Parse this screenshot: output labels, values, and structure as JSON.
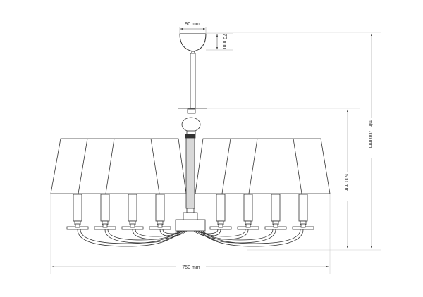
{
  "diagram": {
    "type": "technical-dimension-drawing",
    "subject": "8-arm chandelier with lampshades",
    "colors": {
      "line": "#333333",
      "dimension_line": "#aaaaaa",
      "stem_fill": "#d8d8d8",
      "background": "#ffffff"
    },
    "dimensions": {
      "canopy_width": "90 mm",
      "canopy_height": "70 mm",
      "total_height": "min. 700 mm",
      "body_height": "500 mm",
      "total_width": "750 mm"
    },
    "components": {
      "lampshades": 8,
      "candle_holders": 8,
      "arms": 8
    }
  }
}
